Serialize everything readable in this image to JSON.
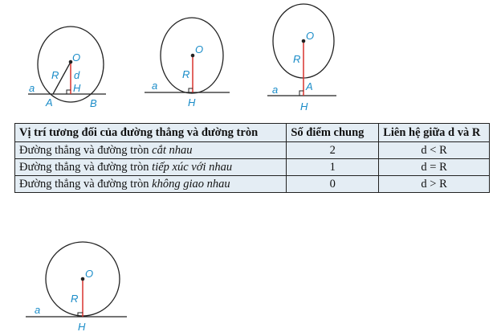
{
  "figures": {
    "secant": {
      "O": "O",
      "R": "R",
      "d": "d",
      "H": "H",
      "A": "A",
      "B": "B",
      "a": "a"
    },
    "tangent": {
      "O": "O",
      "R": "R",
      "H": "H",
      "a": "a"
    },
    "disjoint": {
      "O": "O",
      "R": "R",
      "A": "A",
      "H": "H",
      "a": "a"
    },
    "bottom_tangent": {
      "O": "O",
      "R": "R",
      "H": "H",
      "a": "a"
    }
  },
  "colors": {
    "label": "#1a8cc8",
    "radius_line": "#d9322e",
    "table_bg": "#e4edf4"
  },
  "table": {
    "headers": [
      "Vị trí tương đối của đường thẳng và đường tròn",
      "Số điểm chung",
      "Liên hệ giữa d và R"
    ],
    "rows": [
      {
        "prefix": "Đường thẳng và đường tròn ",
        "italic": "cắt nhau",
        "points": "2",
        "relation": "d < R"
      },
      {
        "prefix": "Đường thẳng và đường tròn ",
        "italic": "tiếp xúc với nhau",
        "points": "1",
        "relation": "d = R"
      },
      {
        "prefix": "Đường thẳng và đường tròn ",
        "italic": "không giao nhau",
        "points": "0",
        "relation": "d > R"
      }
    ]
  }
}
